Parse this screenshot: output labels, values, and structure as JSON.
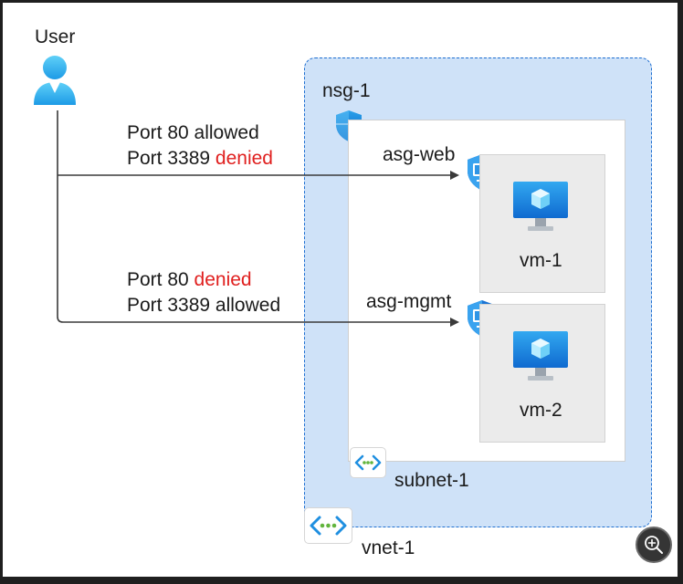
{
  "user": {
    "label": "User"
  },
  "flows": [
    {
      "line1_prefix": "Port 80 ",
      "line1_status": "allowed",
      "line2_prefix": "Port 3389 ",
      "line2_status": "denied"
    },
    {
      "line1_prefix": "Port 80 ",
      "line1_status": "denied",
      "line2_prefix": "Port 3389 ",
      "line2_status": "allowed"
    }
  ],
  "nsg": {
    "label": "nsg-1"
  },
  "asgs": [
    {
      "label": "asg-web"
    },
    {
      "label": "asg-mgmt"
    }
  ],
  "vms": [
    {
      "label": "vm-1"
    },
    {
      "label": "vm-2"
    }
  ],
  "subnet": {
    "label": "subnet-1"
  },
  "vnet": {
    "label": "vnet-1"
  },
  "colors": {
    "allowed": "#1b1b1b",
    "denied": "#e0201f",
    "vnet_fill": "#cfe2f8",
    "vnet_border": "#1f6fd1",
    "icon_blue": "#1490df"
  },
  "icons": {
    "user": "user-icon",
    "nsg": "shield-icon",
    "asg": "shield-monitor-icon",
    "vm": "virtual-machine-icon",
    "subnet": "subnet-icon",
    "vnet": "vnet-icon",
    "zoom": "zoom-in-icon"
  }
}
